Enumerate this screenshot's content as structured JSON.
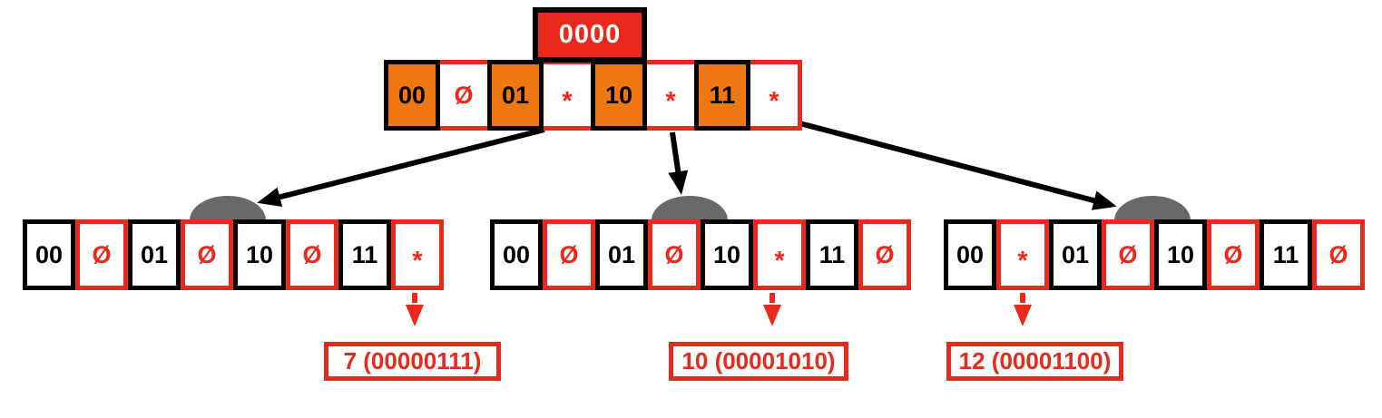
{
  "colors": {
    "red": "#e8291c",
    "orange": "#ee7711",
    "gray": "#696969",
    "black": "#000000",
    "white": "#ffffff"
  },
  "icons": {
    "node_anchor": "gray-half-disc",
    "child_edge": "black-arrow",
    "leaf_edge": "red-dashed-arrow"
  },
  "tree": {
    "root": {
      "prefix": "0000",
      "slots": [
        {
          "text": "00",
          "kind": "key"
        },
        {
          "text": "Ø",
          "kind": "null"
        },
        {
          "text": "01",
          "kind": "key"
        },
        {
          "text": "*",
          "kind": "pointer"
        },
        {
          "text": "10",
          "kind": "key"
        },
        {
          "text": "*",
          "kind": "pointer"
        },
        {
          "text": "11",
          "kind": "key"
        },
        {
          "text": "*",
          "kind": "pointer"
        }
      ]
    },
    "children": [
      {
        "name": "child-1",
        "slots": [
          {
            "text": "00",
            "kind": "key"
          },
          {
            "text": "Ø",
            "kind": "null"
          },
          {
            "text": "01",
            "kind": "key"
          },
          {
            "text": "Ø",
            "kind": "null"
          },
          {
            "text": "10",
            "kind": "key"
          },
          {
            "text": "Ø",
            "kind": "null"
          },
          {
            "text": "11",
            "kind": "key"
          },
          {
            "text": "*",
            "kind": "pointer"
          }
        ],
        "leaf": {
          "label": "7 (00000111)"
        }
      },
      {
        "name": "child-2",
        "slots": [
          {
            "text": "00",
            "kind": "key"
          },
          {
            "text": "Ø",
            "kind": "null"
          },
          {
            "text": "01",
            "kind": "key"
          },
          {
            "text": "Ø",
            "kind": "null"
          },
          {
            "text": "10",
            "kind": "key"
          },
          {
            "text": "*",
            "kind": "pointer"
          },
          {
            "text": "11",
            "kind": "key"
          },
          {
            "text": "Ø",
            "kind": "null"
          }
        ],
        "leaf": {
          "label": "10 (00001010)"
        }
      },
      {
        "name": "child-3",
        "slots": [
          {
            "text": "00",
            "kind": "key"
          },
          {
            "text": "*",
            "kind": "pointer"
          },
          {
            "text": "01",
            "kind": "key"
          },
          {
            "text": "Ø",
            "kind": "null"
          },
          {
            "text": "10",
            "kind": "key"
          },
          {
            "text": "Ø",
            "kind": "null"
          },
          {
            "text": "11",
            "kind": "key"
          },
          {
            "text": "Ø",
            "kind": "null"
          }
        ],
        "leaf": {
          "label": "12 (00001100)"
        }
      }
    ]
  }
}
